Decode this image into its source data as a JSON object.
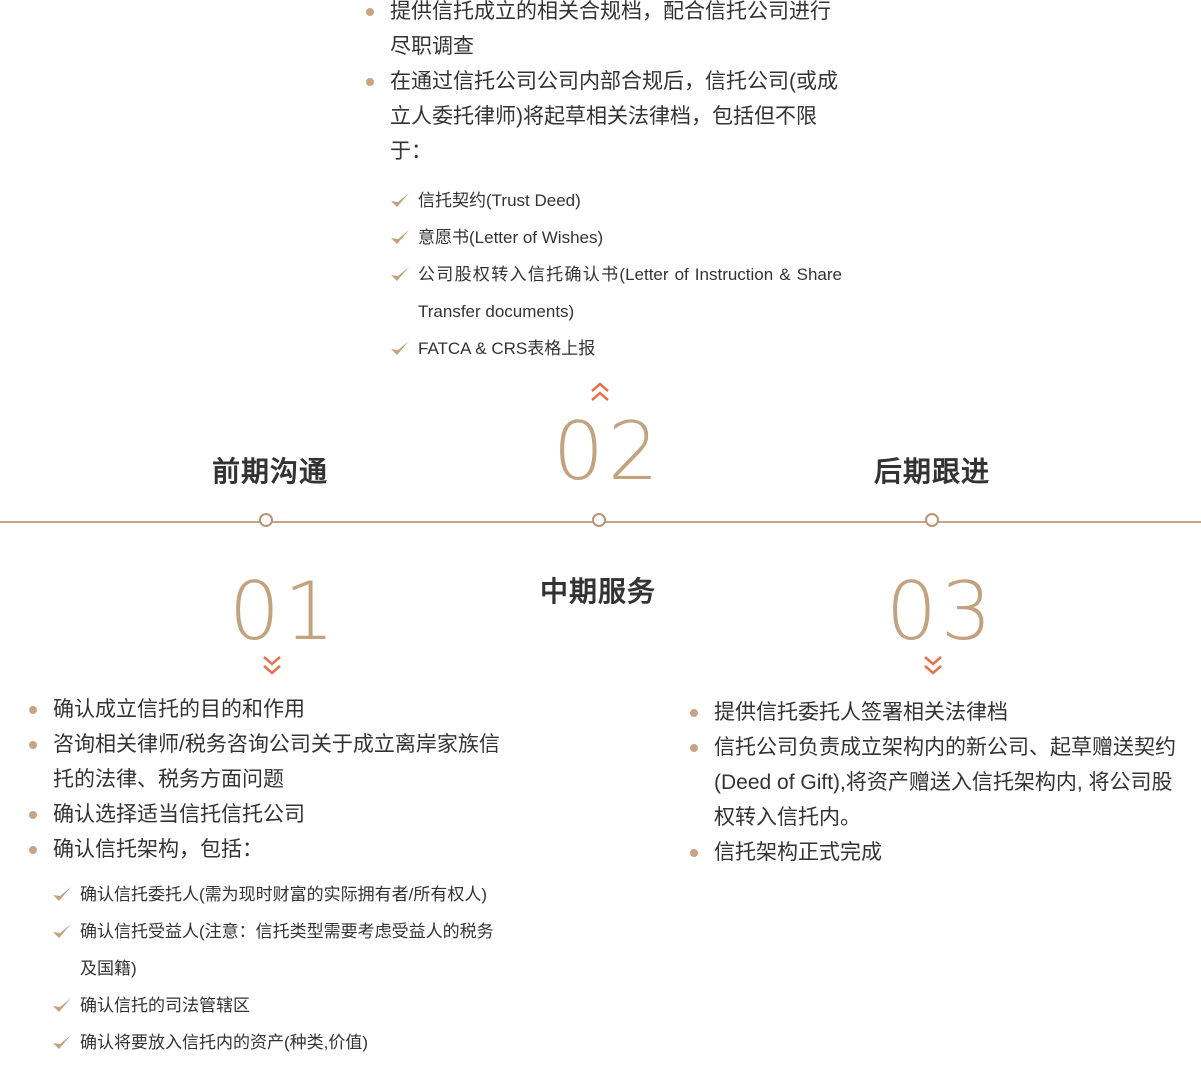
{
  "stage2": {
    "bullets": [
      "提供信托成立的相关合规档，配合信托公司进行尽职调查",
      "在通过信托公司公司内部合规后，信托公司(或成立人委托律师)将起草相关法律档，包括但不限于："
    ],
    "checks": [
      "信托契约(Trust Deed)",
      "意愿书(Letter of Wishes)",
      "公司股权转入信托确认书(Letter of Instruction & Share Transfer documents)",
      "FATCA & CRS表格上报"
    ],
    "number": "02",
    "title": "中期服务"
  },
  "stage1": {
    "title": "前期沟通",
    "number": "01",
    "bullets": [
      "确认成立信托的目的和作用",
      "咨询相关律师/税务咨询公司关于成立离岸家族信托的法律、税务方面问题",
      "确认选择适当信托信托公司",
      "确认信托架构，包括："
    ],
    "checks": [
      "确认信托委托人(需为现时财富的实际拥有者/所有权人)",
      "确认信托受益人(注意：信托类型需要考虑受益人的税务及国籍)",
      "确认信托的司法管辖区",
      "确认将要放入信托内的资产(种类,价值)"
    ]
  },
  "stage3": {
    "title": "后期跟进",
    "number": "03",
    "bullets": [
      "提供信托委托人签署相关法律档",
      "信托公司负责成立架构内的新公司、起草赠送契约(Deed of Gift),将资产赠送入信托架构内, 将公司股权转入信托内。",
      "信托架构正式完成"
    ]
  },
  "colors": {
    "accent": "#c8a486",
    "number": "#c3a27f",
    "chevron": "#e8704a",
    "text": "#333333"
  }
}
